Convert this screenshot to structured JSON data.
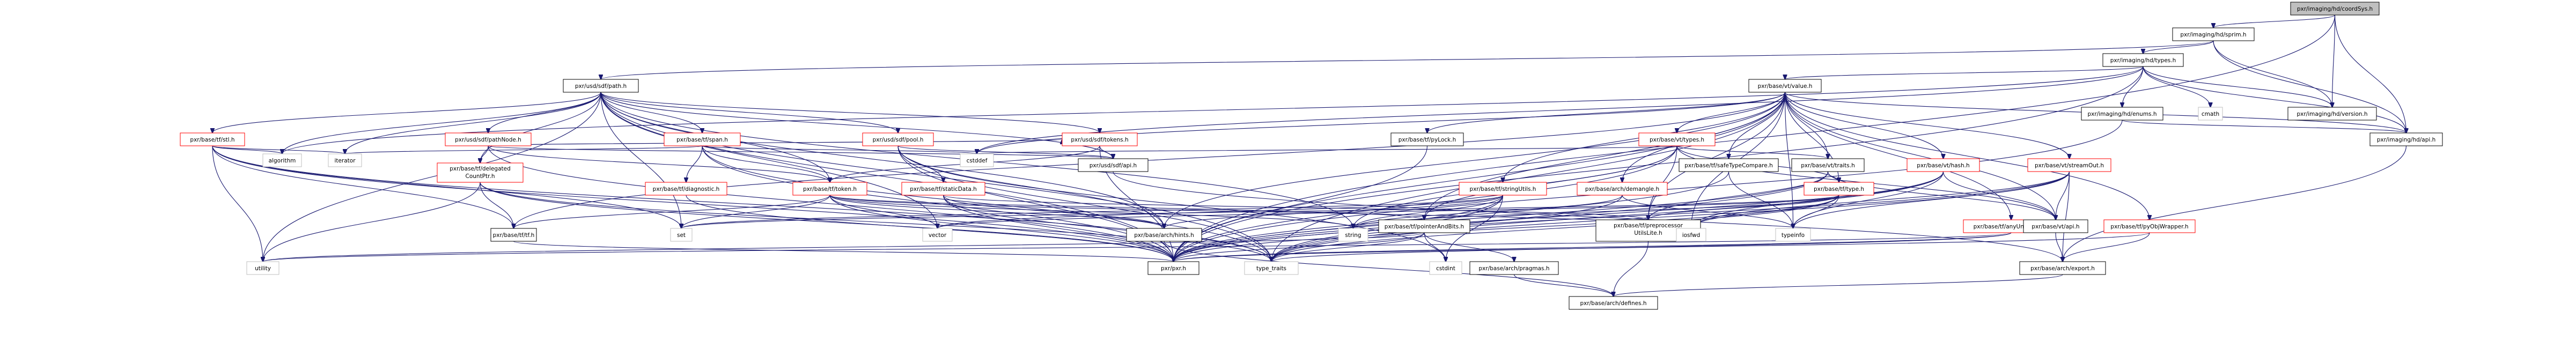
{
  "graph": {
    "title": "Include dependency graph for resolver.h",
    "colors": {
      "edge": "#191970",
      "root_fill": "#bfbfbf",
      "root_border": "#000000",
      "header_border": "#000000",
      "undocumented_border": "#ff0000",
      "external_border": "#bfbfbf",
      "text": "#000000"
    },
    "nodes": [
      {
        "id": "root",
        "label": "pxr/imaging/hd/coordSys.h",
        "kind": "root"
      },
      {
        "id": "sprim",
        "label": "pxr/imaging/hd/sprim.h",
        "kind": "header"
      },
      {
        "id": "hdtypes",
        "label": "pxr/imaging/hd/types.h",
        "kind": "header"
      },
      {
        "id": "sdfpath",
        "label": "pxr/usd/sdf/path.h",
        "kind": "header"
      },
      {
        "id": "vtvalue",
        "label": "pxr/base/vt/value.h",
        "kind": "header"
      },
      {
        "id": "hdenums",
        "label": "pxr/imaging/hd/enums.h",
        "kind": "header"
      },
      {
        "id": "cmath",
        "label": "cmath",
        "kind": "external"
      },
      {
        "id": "hdversion",
        "label": "pxr/imaging/hd/version.h",
        "kind": "header"
      },
      {
        "id": "hdapi",
        "label": "pxr/imaging/hd/api.h",
        "kind": "header"
      },
      {
        "id": "tfstl",
        "label": "pxr/base/tf/stl.h",
        "kind": "undocumented"
      },
      {
        "id": "pathnode",
        "label": "pxr/usd/sdf/pathNode.h",
        "kind": "undocumented"
      },
      {
        "id": "delegated",
        "label": "pxr/base/tf/delegatedCountPtr.h",
        "kind": "undocumented"
      },
      {
        "id": "tfspan",
        "label": "pxr/base/tf/span.h",
        "kind": "undocumented"
      },
      {
        "id": "diagnostic",
        "label": "pxr/base/tf/diagnostic.h",
        "kind": "undocumented"
      },
      {
        "id": "sdfpool",
        "label": "pxr/usd/sdf/pool.h",
        "kind": "undocumented"
      },
      {
        "id": "tftoken",
        "label": "pxr/base/tf/token.h",
        "kind": "undocumented"
      },
      {
        "id": "staticdata",
        "label": "pxr/base/tf/staticData.h",
        "kind": "undocumented"
      },
      {
        "id": "sdftokens",
        "label": "pxr/usd/sdf/tokens.h",
        "kind": "undocumented"
      },
      {
        "id": "sdfapi",
        "label": "pxr/usd/sdf/api.h",
        "kind": "header"
      },
      {
        "id": "pylock",
        "label": "pxr/base/tf/pyLock.h",
        "kind": "header"
      },
      {
        "id": "stringutils",
        "label": "pxr/base/tf/stringUtils.h",
        "kind": "undocumented"
      },
      {
        "id": "demangle",
        "label": "pxr/base/arch/demangle.h",
        "kind": "undocumented"
      },
      {
        "id": "vttypes",
        "label": "pxr/base/vt/types.h",
        "kind": "undocumented"
      },
      {
        "id": "safetype",
        "label": "pxr/base/tf/safeTypeCompare.h",
        "kind": "header"
      },
      {
        "id": "vttraits",
        "label": "pxr/base/vt/traits.h",
        "kind": "header"
      },
      {
        "id": "tftype",
        "label": "pxr/base/tf/type.h",
        "kind": "undocumented"
      },
      {
        "id": "preproc",
        "label": "pxr/base/tf/preprocessorUtilsLite.h",
        "kind": "header"
      },
      {
        "id": "vthash",
        "label": "pxr/base/vt/hash.h",
        "kind": "undocumented"
      },
      {
        "id": "streamout",
        "label": "pxr/base/vt/streamOut.h",
        "kind": "undocumented"
      },
      {
        "id": "anyunique",
        "label": "pxr/base/tf/anyUniquePtr.h",
        "kind": "undocumented"
      },
      {
        "id": "pyobj",
        "label": "pxr/base/tf/pyObjWrapper.h",
        "kind": "undocumented"
      },
      {
        "id": "ptrbits",
        "label": "pxr/base/tf/pointerAndBits.h",
        "kind": "header"
      },
      {
        "id": "vtapi",
        "label": "pxr/base/vt/api.h",
        "kind": "header"
      },
      {
        "id": "hints",
        "label": "pxr/base/arch/hints.h",
        "kind": "header"
      },
      {
        "id": "tfh",
        "label": "pxr/base/tf/tf.h",
        "kind": "header"
      },
      {
        "id": "pxr",
        "label": "pxr/pxr.h",
        "kind": "header"
      },
      {
        "id": "pragmas",
        "label": "pxr/base/arch/pragmas.h",
        "kind": "header"
      },
      {
        "id": "archexport",
        "label": "pxr/base/arch/export.h",
        "kind": "header"
      },
      {
        "id": "archdefines",
        "label": "pxr/base/arch/defines.h",
        "kind": "header"
      },
      {
        "id": "algorithm",
        "label": "algorithm",
        "kind": "external"
      },
      {
        "id": "iterator",
        "label": "iterator",
        "kind": "external"
      },
      {
        "id": "cstddef",
        "label": "cstddef",
        "kind": "external"
      },
      {
        "id": "set",
        "label": "set",
        "kind": "external"
      },
      {
        "id": "vector",
        "label": "vector",
        "kind": "external"
      },
      {
        "id": "string",
        "label": "string",
        "kind": "external"
      },
      {
        "id": "iosfwd",
        "label": "iosfwd",
        "kind": "external"
      },
      {
        "id": "typeinfo",
        "label": "typeinfo",
        "kind": "external"
      },
      {
        "id": "utility",
        "label": "utility",
        "kind": "external"
      },
      {
        "id": "typetraits",
        "label": "type_traits",
        "kind": "external"
      },
      {
        "id": "cstdint",
        "label": "cstdint",
        "kind": "external"
      }
    ],
    "edges": [
      [
        "root",
        "sprim"
      ],
      [
        "root",
        "hdversion"
      ],
      [
        "root",
        "hdapi"
      ],
      [
        "root",
        "pxr"
      ],
      [
        "sprim",
        "hdtypes"
      ],
      [
        "sprim",
        "hdversion"
      ],
      [
        "sprim",
        "hdapi"
      ],
      [
        "sprim",
        "sdfpath"
      ],
      [
        "hdtypes",
        "vtvalue"
      ],
      [
        "hdtypes",
        "hdenums"
      ],
      [
        "hdtypes",
        "cmath"
      ],
      [
        "hdtypes",
        "hdversion"
      ],
      [
        "hdtypes",
        "hdapi"
      ],
      [
        "hdtypes",
        "pxr"
      ],
      [
        "hdtypes",
        "algorithm"
      ],
      [
        "hdtypes",
        "cstddef"
      ],
      [
        "sdfpath",
        "tfstl"
      ],
      [
        "sdfpath",
        "pathnode"
      ],
      [
        "sdfpath",
        "delegated"
      ],
      [
        "sdfpath",
        "tfspan"
      ],
      [
        "sdfpath",
        "sdfpool"
      ],
      [
        "sdfpath",
        "tftoken"
      ],
      [
        "sdfpath",
        "sdftokens"
      ],
      [
        "sdfpath",
        "sdfapi"
      ],
      [
        "sdfpath",
        "pxr"
      ],
      [
        "sdfpath",
        "algorithm"
      ],
      [
        "sdfpath",
        "iterator"
      ],
      [
        "sdfpath",
        "set"
      ],
      [
        "sdfpath",
        "string"
      ],
      [
        "sdfpath",
        "utility"
      ],
      [
        "sdfpath",
        "typetraits"
      ],
      [
        "sdfpath",
        "vector"
      ],
      [
        "sdfpath",
        "hints"
      ],
      [
        "vtvalue",
        "pylock"
      ],
      [
        "vtvalue",
        "stringutils"
      ],
      [
        "vtvalue",
        "demangle"
      ],
      [
        "vtvalue",
        "vttypes"
      ],
      [
        "vtvalue",
        "safetype"
      ],
      [
        "vtvalue",
        "vttraits"
      ],
      [
        "vtvalue",
        "tftype"
      ],
      [
        "vtvalue",
        "preproc"
      ],
      [
        "vtvalue",
        "vthash"
      ],
      [
        "vtvalue",
        "streamout"
      ],
      [
        "vtvalue",
        "anyunique"
      ],
      [
        "vtvalue",
        "pyobj"
      ],
      [
        "vtvalue",
        "ptrbits"
      ],
      [
        "vtvalue",
        "vtapi"
      ],
      [
        "vtvalue",
        "hints"
      ],
      [
        "vtvalue",
        "tfh"
      ],
      [
        "vtvalue",
        "pxr"
      ],
      [
        "vtvalue",
        "cstddef"
      ],
      [
        "vtvalue",
        "iosfwd"
      ],
      [
        "vtvalue",
        "typeinfo"
      ],
      [
        "vtvalue",
        "typetraits"
      ],
      [
        "vtvalue",
        "hdapi"
      ],
      [
        "hdenums",
        "hdapi"
      ],
      [
        "hdenums",
        "pxr"
      ],
      [
        "hdapi",
        "archexport"
      ],
      [
        "tfstl",
        "tfh"
      ],
      [
        "tfstl",
        "pxr"
      ],
      [
        "tfstl",
        "algorithm"
      ],
      [
        "tfstl",
        "iterator"
      ],
      [
        "tfstl",
        "set"
      ],
      [
        "tfstl",
        "utility"
      ],
      [
        "tfstl",
        "typetraits"
      ],
      [
        "pathnode",
        "delegated"
      ],
      [
        "pathnode",
        "sdftokens"
      ],
      [
        "pathnode",
        "sdfapi"
      ],
      [
        "pathnode",
        "tftoken"
      ],
      [
        "pathnode",
        "pxr"
      ],
      [
        "delegated",
        "tfh"
      ],
      [
        "delegated",
        "pxr"
      ],
      [
        "delegated",
        "utility"
      ],
      [
        "delegated",
        "typetraits"
      ],
      [
        "tfspan",
        "diagnostic"
      ],
      [
        "tfspan",
        "tftoken"
      ],
      [
        "tfspan",
        "pxr"
      ],
      [
        "tfspan",
        "iterator"
      ],
      [
        "tfspan",
        "cstddef"
      ],
      [
        "tfspan",
        "typetraits"
      ],
      [
        "diagnostic",
        "pxr"
      ],
      [
        "sdfpool",
        "staticdata"
      ],
      [
        "sdfpool",
        "sdfapi"
      ],
      [
        "sdfpool",
        "pxr"
      ],
      [
        "sdfpool",
        "hints"
      ],
      [
        "sdfpool",
        "cstdint"
      ],
      [
        "sdfpool",
        "typetraits"
      ],
      [
        "tftoken",
        "hints"
      ],
      [
        "tftoken",
        "ptrbits"
      ],
      [
        "tftoken",
        "pxr"
      ],
      [
        "tftoken",
        "string"
      ],
      [
        "tftoken",
        "vector"
      ],
      [
        "tftoken",
        "set"
      ],
      [
        "tftoken",
        "iosfwd"
      ],
      [
        "tftoken",
        "tfh"
      ],
      [
        "staticdata",
        "preproc"
      ],
      [
        "staticdata",
        "hints"
      ],
      [
        "staticdata",
        "pxr"
      ],
      [
        "staticdata",
        "typetraits"
      ],
      [
        "sdftokens",
        "sdfapi"
      ],
      [
        "sdftokens",
        "pxr"
      ],
      [
        "sdftokens",
        "tftoken"
      ],
      [
        "sdfapi",
        "archexport"
      ],
      [
        "pylock",
        "pxr"
      ],
      [
        "stringutils",
        "set"
      ],
      [
        "stringutils",
        "string"
      ],
      [
        "stringutils",
        "vector"
      ],
      [
        "stringutils",
        "pxr"
      ],
      [
        "stringutils",
        "hints"
      ],
      [
        "stringutils",
        "typetraits"
      ],
      [
        "stringutils",
        "cstdint"
      ],
      [
        "demangle",
        "string"
      ],
      [
        "demangle",
        "typeinfo"
      ],
      [
        "demangle",
        "pxr"
      ],
      [
        "vttypes",
        "cstddef"
      ],
      [
        "vttypes",
        "vttraits"
      ],
      [
        "vttypes",
        "tftype"
      ],
      [
        "vttypes",
        "preproc"
      ],
      [
        "vttypes",
        "vtapi"
      ],
      [
        "vttypes",
        "pxr"
      ],
      [
        "vttypes",
        "ptrbits"
      ],
      [
        "vttypes",
        "string"
      ],
      [
        "safetype",
        "typeinfo"
      ],
      [
        "safetype",
        "pxr"
      ],
      [
        "vttraits",
        "pxr"
      ],
      [
        "vttraits",
        "vtapi"
      ],
      [
        "vttraits",
        "typetraits"
      ],
      [
        "vttraits",
        "preproc"
      ],
      [
        "tftype",
        "pxr"
      ],
      [
        "tftype",
        "set"
      ],
      [
        "tftype",
        "string"
      ],
      [
        "tftype",
        "iosfwd"
      ],
      [
        "tftype",
        "typeinfo"
      ],
      [
        "tftype",
        "vector"
      ],
      [
        "tftype",
        "preproc"
      ],
      [
        "tftype",
        "typetraits"
      ],
      [
        "preproc",
        "archdefines"
      ],
      [
        "vthash",
        "pxr"
      ],
      [
        "vthash",
        "vtapi"
      ],
      [
        "vthash",
        "typeinfo"
      ],
      [
        "vthash",
        "iosfwd"
      ],
      [
        "vthash",
        "typetraits"
      ],
      [
        "streamout",
        "vtapi"
      ],
      [
        "streamout",
        "pxr"
      ],
      [
        "streamout",
        "typeinfo"
      ],
      [
        "streamout",
        "iosfwd"
      ],
      [
        "streamout",
        "typetraits"
      ],
      [
        "streamout",
        "archexport"
      ],
      [
        "anyunique",
        "pxr"
      ],
      [
        "anyunique",
        "utility"
      ],
      [
        "anyunique",
        "typetraits"
      ],
      [
        "pyobj",
        "pxr"
      ],
      [
        "pyobj",
        "archexport"
      ],
      [
        "ptrbits",
        "pxr"
      ],
      [
        "ptrbits",
        "pragmas"
      ],
      [
        "ptrbits",
        "typetraits"
      ],
      [
        "ptrbits",
        "cstdint"
      ],
      [
        "ptrbits",
        "utility"
      ],
      [
        "vtapi",
        "archexport"
      ],
      [
        "hints",
        "archdefines"
      ],
      [
        "pragmas",
        "archdefines"
      ],
      [
        "archexport",
        "archdefines"
      ],
      [
        "tfh",
        "pxr"
      ]
    ]
  }
}
